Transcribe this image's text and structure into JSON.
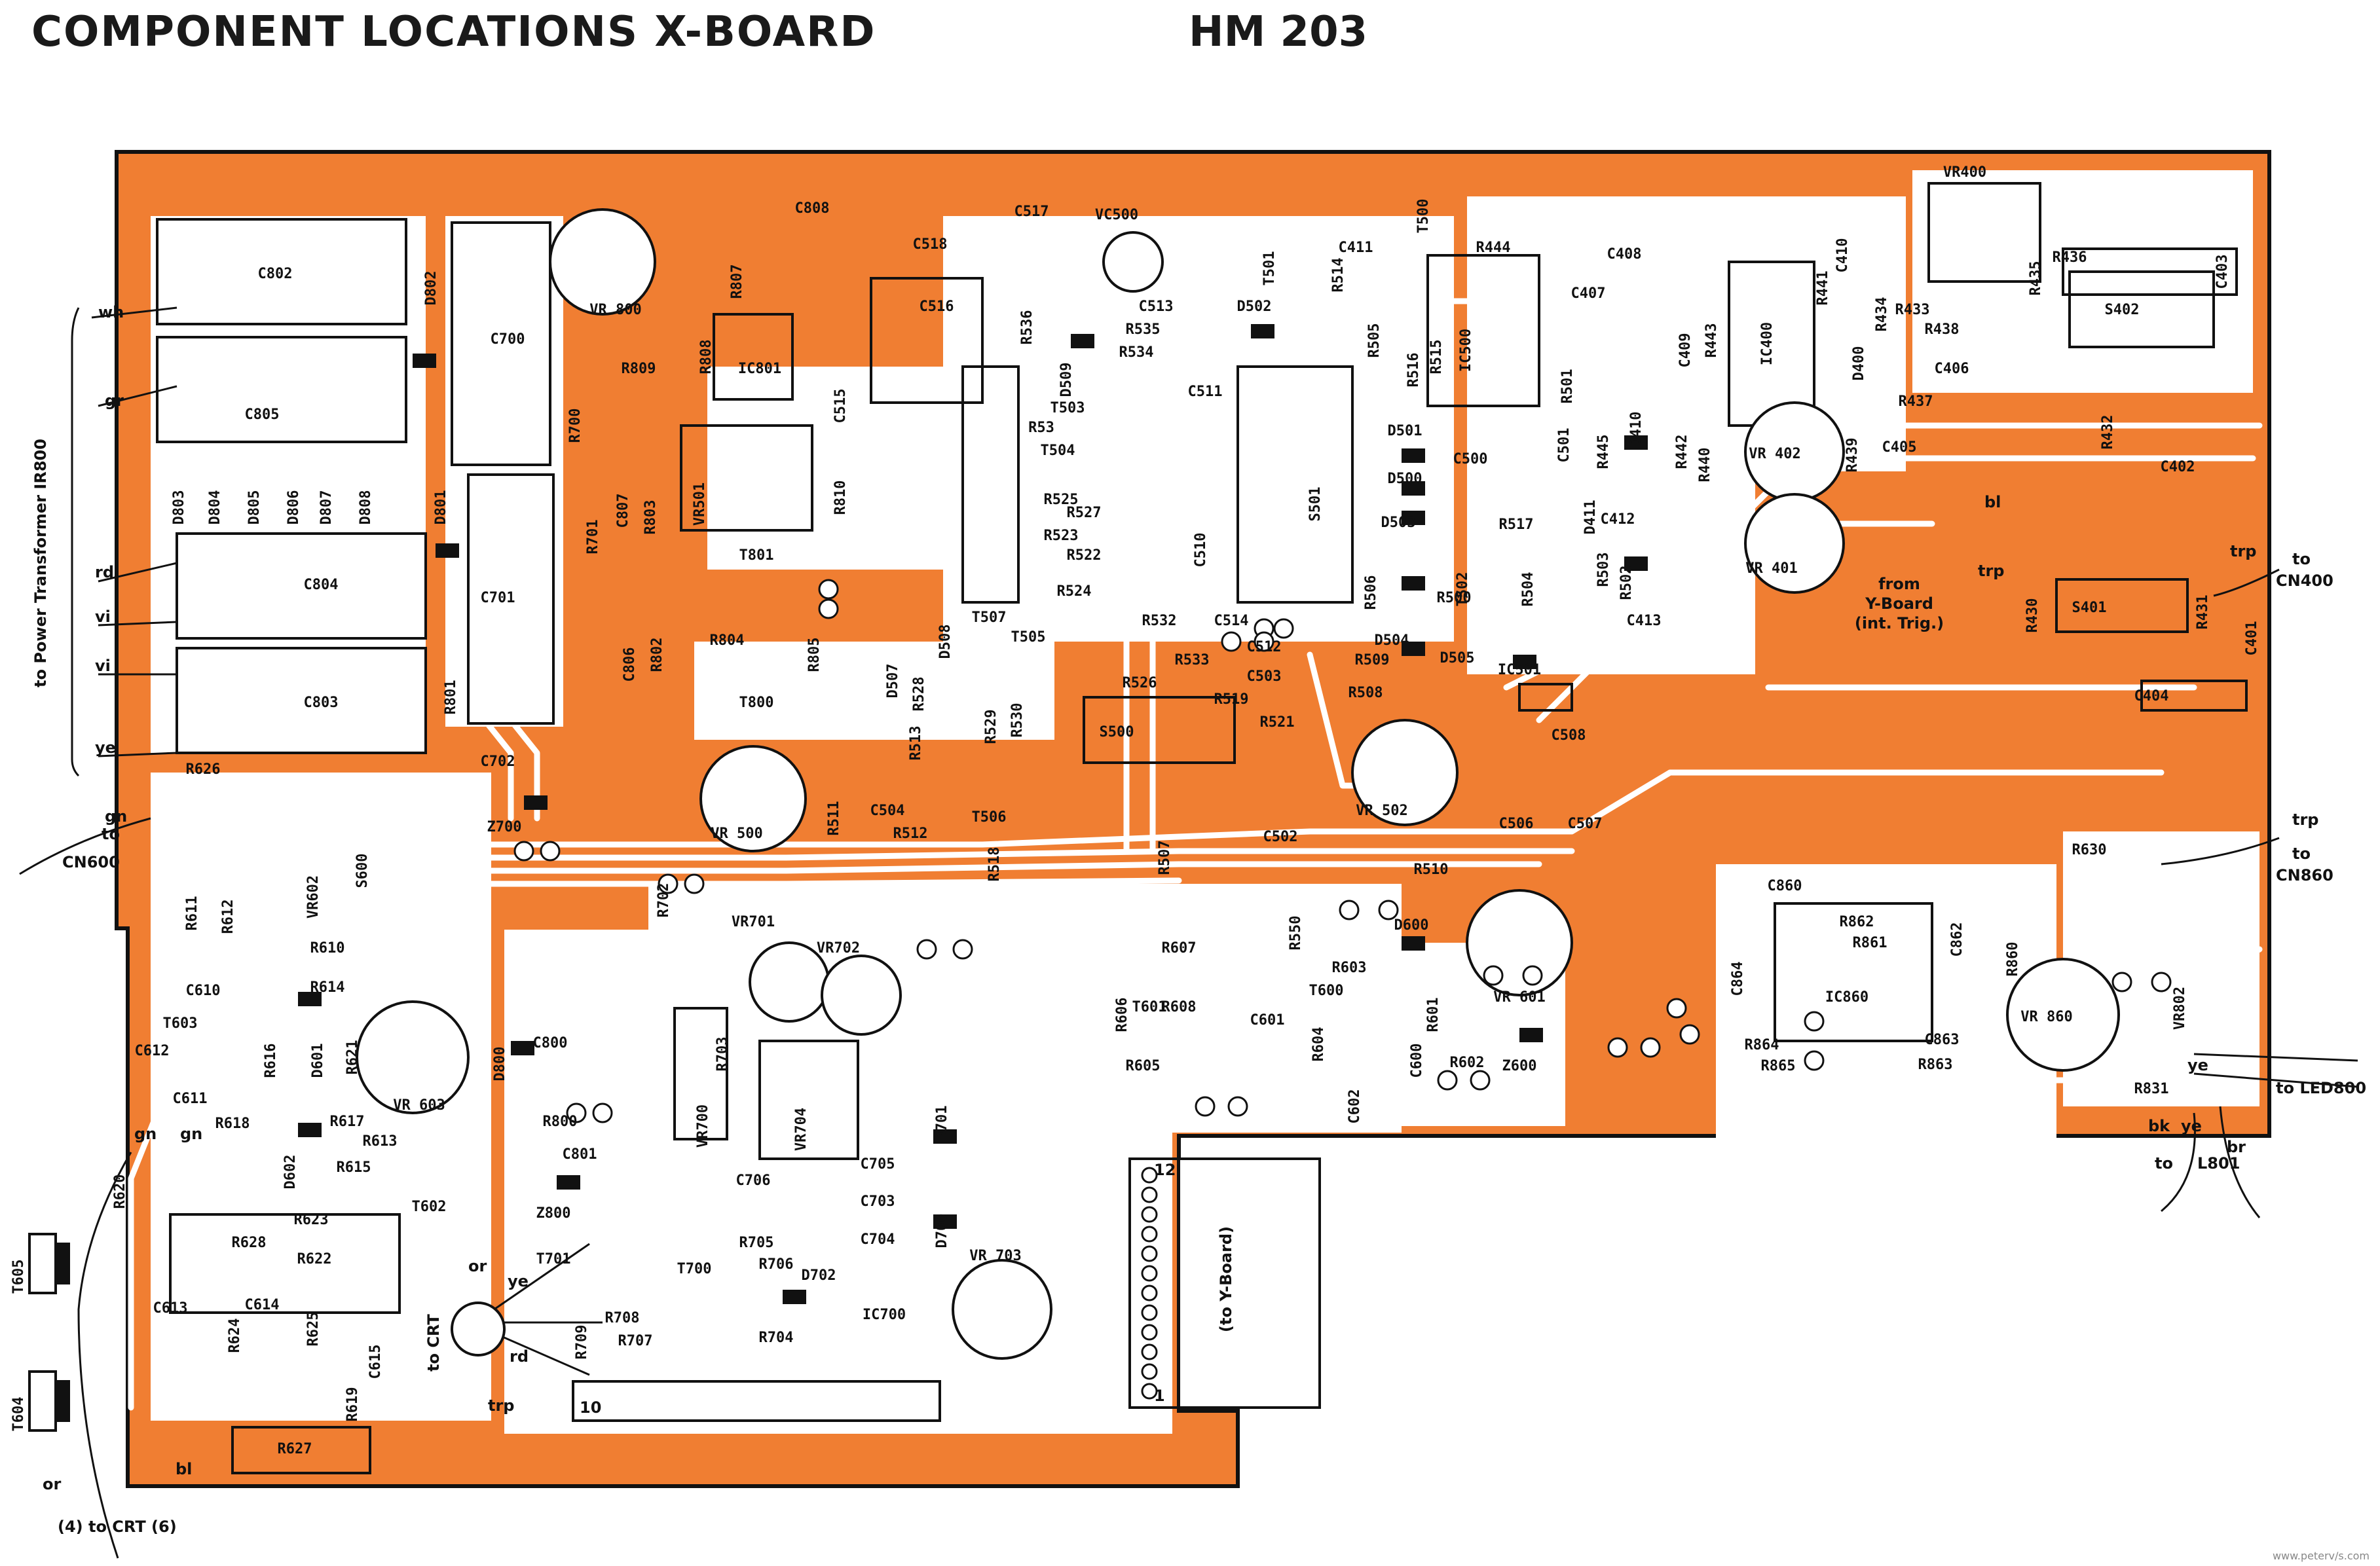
{
  "header": {
    "title": "COMPONENT LOCATIONS X-BOARD",
    "model": "HM 203"
  },
  "colors": {
    "copper": "#f07e32",
    "silk": "#111111",
    "board_edge": "#111111",
    "background": "#ffffff"
  },
  "components": [
    {
      "ref": "C802",
      "kind": "cap-box"
    },
    {
      "ref": "C805",
      "kind": "cap-box"
    },
    {
      "ref": "C804",
      "kind": "cap-box"
    },
    {
      "ref": "C803",
      "kind": "cap-box"
    },
    {
      "ref": "D802",
      "kind": "diode"
    },
    {
      "ref": "D801",
      "kind": "diode"
    },
    {
      "ref": "D803",
      "kind": "diode"
    },
    {
      "ref": "D804",
      "kind": "diode"
    },
    {
      "ref": "D805",
      "kind": "diode"
    },
    {
      "ref": "D806",
      "kind": "diode"
    },
    {
      "ref": "D807",
      "kind": "diode"
    },
    {
      "ref": "D808",
      "kind": "diode"
    },
    {
      "ref": "C700",
      "kind": "cap-box"
    },
    {
      "ref": "C701",
      "kind": "cap-box"
    },
    {
      "ref": "C702",
      "kind": "cap-box"
    },
    {
      "ref": "R801",
      "kind": "resistor"
    },
    {
      "ref": "VR 800",
      "kind": "pot"
    },
    {
      "ref": "R809",
      "kind": "resistor"
    },
    {
      "ref": "R700",
      "kind": "resistor"
    },
    {
      "ref": "R701",
      "kind": "resistor"
    },
    {
      "ref": "C807",
      "kind": "cap"
    },
    {
      "ref": "R803",
      "kind": "resistor"
    },
    {
      "ref": "C806",
      "kind": "cap"
    },
    {
      "ref": "R802",
      "kind": "resistor"
    },
    {
      "ref": "R807",
      "kind": "resistor"
    },
    {
      "ref": "R808",
      "kind": "resistor"
    },
    {
      "ref": "IC801",
      "kind": "ic"
    },
    {
      "ref": "C808",
      "kind": "cap"
    },
    {
      "ref": "VR501",
      "kind": "pot"
    },
    {
      "ref": "R810",
      "kind": "resistor"
    },
    {
      "ref": "T801",
      "kind": "transistor"
    },
    {
      "ref": "R804",
      "kind": "resistor"
    },
    {
      "ref": "R805",
      "kind": "resistor"
    },
    {
      "ref": "T800",
      "kind": "transistor"
    },
    {
      "ref": "C515",
      "kind": "cap"
    },
    {
      "ref": "C518",
      "kind": "cap"
    },
    {
      "ref": "C516",
      "kind": "cap-box"
    },
    {
      "ref": "C517",
      "kind": "cap"
    },
    {
      "ref": "VC500",
      "kind": "trimmer"
    },
    {
      "ref": "R536",
      "kind": "resistor"
    },
    {
      "ref": "C513",
      "kind": "cap"
    },
    {
      "ref": "D502",
      "kind": "diode"
    },
    {
      "ref": "R535",
      "kind": "resistor"
    },
    {
      "ref": "R534",
      "kind": "resistor"
    },
    {
      "ref": "D509",
      "kind": "diode"
    },
    {
      "ref": "C511",
      "kind": "cap"
    },
    {
      "ref": "T503",
      "kind": "transistor"
    },
    {
      "ref": "R53",
      "kind": "resistor"
    },
    {
      "ref": "T504",
      "kind": "transistor"
    },
    {
      "ref": "R525",
      "kind": "resistor"
    },
    {
      "ref": "R527",
      "kind": "resistor"
    },
    {
      "ref": "R523",
      "kind": "resistor"
    },
    {
      "ref": "R522",
      "kind": "resistor"
    },
    {
      "ref": "R524",
      "kind": "resistor"
    },
    {
      "ref": "C510",
      "kind": "cap"
    },
    {
      "ref": "S501",
      "kind": "switch"
    },
    {
      "ref": "T501",
      "kind": "transistor"
    },
    {
      "ref": "R514",
      "kind": "resistor"
    },
    {
      "ref": "C411",
      "kind": "cap"
    },
    {
      "ref": "T500",
      "kind": "transistor"
    },
    {
      "ref": "R505",
      "kind": "resistor"
    },
    {
      "ref": "R516",
      "kind": "resistor"
    },
    {
      "ref": "R515",
      "kind": "resistor"
    },
    {
      "ref": "R444",
      "kind": "resistor"
    },
    {
      "ref": "IC500",
      "kind": "ic"
    },
    {
      "ref": "R501",
      "kind": "resistor"
    },
    {
      "ref": "C408",
      "kind": "cap"
    },
    {
      "ref": "C407",
      "kind": "cap"
    },
    {
      "ref": "C409",
      "kind": "cap"
    },
    {
      "ref": "R443",
      "kind": "resistor"
    },
    {
      "ref": "IC400",
      "kind": "ic"
    },
    {
      "ref": "R441",
      "kind": "resistor"
    },
    {
      "ref": "C410",
      "kind": "cap"
    },
    {
      "ref": "R434",
      "kind": "resistor"
    },
    {
      "ref": "D400",
      "kind": "diode"
    },
    {
      "ref": "VR400",
      "kind": "pot"
    },
    {
      "ref": "R435",
      "kind": "resistor"
    },
    {
      "ref": "R436",
      "kind": "resistor"
    },
    {
      "ref": "C403",
      "kind": "cap"
    },
    {
      "ref": "R433",
      "kind": "resistor"
    },
    {
      "ref": "R438",
      "kind": "resistor"
    },
    {
      "ref": "S402",
      "kind": "switch"
    },
    {
      "ref": "C406",
      "kind": "cap"
    },
    {
      "ref": "R437",
      "kind": "resistor"
    },
    {
      "ref": "R432",
      "kind": "resistor"
    },
    {
      "ref": "C405",
      "kind": "cap"
    },
    {
      "ref": "C402",
      "kind": "cap-box"
    },
    {
      "ref": "R445",
      "kind": "resistor"
    },
    {
      "ref": "D410",
      "kind": "diode"
    },
    {
      "ref": "R442",
      "kind": "resistor"
    },
    {
      "ref": "R440",
      "kind": "resistor"
    },
    {
      "ref": "VR 402",
      "kind": "pot"
    },
    {
      "ref": "R439",
      "kind": "resistor"
    },
    {
      "ref": "VR 401",
      "kind": "pot"
    },
    {
      "ref": "C501",
      "kind": "cap"
    },
    {
      "ref": "D501",
      "kind": "diode"
    },
    {
      "ref": "C500",
      "kind": "cap"
    },
    {
      "ref": "D500",
      "kind": "diode"
    },
    {
      "ref": "D503",
      "kind": "diode"
    },
    {
      "ref": "R517",
      "kind": "resistor"
    },
    {
      "ref": "D411",
      "kind": "diode"
    },
    {
      "ref": "C412",
      "kind": "cap"
    },
    {
      "ref": "R506",
      "kind": "resistor"
    },
    {
      "ref": "T502",
      "kind": "transistor"
    },
    {
      "ref": "R500",
      "kind": "resistor"
    },
    {
      "ref": "R504",
      "kind": "resistor"
    },
    {
      "ref": "R503",
      "kind": "resistor"
    },
    {
      "ref": "R502",
      "kind": "resistor"
    },
    {
      "ref": "C413",
      "kind": "cap"
    },
    {
      "ref": "D504",
      "kind": "diode"
    },
    {
      "ref": "D505",
      "kind": "diode"
    },
    {
      "ref": "R509",
      "kind": "resistor"
    },
    {
      "ref": "R508",
      "kind": "resistor"
    },
    {
      "ref": "IC501",
      "kind": "ic"
    },
    {
      "ref": "C508",
      "kind": "cap"
    },
    {
      "ref": "R532",
      "kind": "resistor"
    },
    {
      "ref": "C514",
      "kind": "cap"
    },
    {
      "ref": "R533",
      "kind": "resistor"
    },
    {
      "ref": "C512",
      "kind": "cap"
    },
    {
      "ref": "C503",
      "kind": "cap"
    },
    {
      "ref": "R526",
      "kind": "resistor"
    },
    {
      "ref": "R519",
      "kind": "resistor"
    },
    {
      "ref": "R521",
      "kind": "resistor"
    },
    {
      "ref": "S500",
      "kind": "switch"
    },
    {
      "ref": "D507",
      "kind": "diode"
    },
    {
      "ref": "D508",
      "kind": "diode"
    },
    {
      "ref": "R528",
      "kind": "resistor"
    },
    {
      "ref": "T507",
      "kind": "transistor"
    },
    {
      "ref": "T505",
      "kind": "transistor"
    },
    {
      "ref": "R513",
      "kind": "resistor"
    },
    {
      "ref": "R529",
      "kind": "resistor"
    },
    {
      "ref": "R530",
      "kind": "resistor"
    },
    {
      "ref": "C504",
      "kind": "cap"
    },
    {
      "ref": "R512",
      "kind": "resistor"
    },
    {
      "ref": "T506",
      "kind": "transistor"
    },
    {
      "ref": "VR 500",
      "kind": "pot"
    },
    {
      "ref": "R511",
      "kind": "resistor"
    },
    {
      "ref": "R518",
      "kind": "resistor"
    },
    {
      "ref": "R507",
      "kind": "resistor"
    },
    {
      "ref": "VR 502",
      "kind": "pot"
    },
    {
      "ref": "C502",
      "kind": "cap"
    },
    {
      "ref": "C506",
      "kind": "cap"
    },
    {
      "ref": "C507",
      "kind": "cap"
    },
    {
      "ref": "R510",
      "kind": "resistor"
    },
    {
      "ref": "R630",
      "kind": "resistor"
    },
    {
      "ref": "S401",
      "kind": "switch"
    },
    {
      "ref": "R430",
      "kind": "resistor"
    },
    {
      "ref": "R431",
      "kind": "resistor"
    },
    {
      "ref": "C401",
      "kind": "cap"
    },
    {
      "ref": "C404",
      "kind": "cap-box"
    },
    {
      "ref": "C860",
      "kind": "cap"
    },
    {
      "ref": "R862",
      "kind": "resistor"
    },
    {
      "ref": "R861",
      "kind": "resistor"
    },
    {
      "ref": "C862",
      "kind": "cap"
    },
    {
      "ref": "R860",
      "kind": "resistor"
    },
    {
      "ref": "C864",
      "kind": "cap"
    },
    {
      "ref": "IC860",
      "kind": "ic"
    },
    {
      "ref": "C863",
      "kind": "cap"
    },
    {
      "ref": "R864",
      "kind": "resistor"
    },
    {
      "ref": "R865",
      "kind": "resistor"
    },
    {
      "ref": "R863",
      "kind": "resistor"
    },
    {
      "ref": "VR 860",
      "kind": "pot"
    },
    {
      "ref": "VR802",
      "kind": "pot"
    },
    {
      "ref": "R831",
      "kind": "resistor"
    },
    {
      "ref": "R626",
      "kind": "resistor"
    },
    {
      "ref": "VR602",
      "kind": "pot"
    },
    {
      "ref": "R611",
      "kind": "resistor"
    },
    {
      "ref": "R612",
      "kind": "resistor"
    },
    {
      "ref": "S600",
      "kind": "switch"
    },
    {
      "ref": "R702",
      "kind": "resistor"
    },
    {
      "ref": "R610",
      "kind": "resistor"
    },
    {
      "ref": "C610",
      "kind": "cap"
    },
    {
      "ref": "R614",
      "kind": "resistor"
    },
    {
      "ref": "T603",
      "kind": "transistor"
    },
    {
      "ref": "C612",
      "kind": "cap"
    },
    {
      "ref": "R616",
      "kind": "resistor"
    },
    {
      "ref": "D601",
      "kind": "diode"
    },
    {
      "ref": "R621",
      "kind": "resistor"
    },
    {
      "ref": "VR 603",
      "kind": "pot"
    },
    {
      "ref": "C611",
      "kind": "cap"
    },
    {
      "ref": "R618",
      "kind": "resistor"
    },
    {
      "ref": "R617",
      "kind": "resistor"
    },
    {
      "ref": "D602",
      "kind": "diode"
    },
    {
      "ref": "R613",
      "kind": "resistor"
    },
    {
      "ref": "R615",
      "kind": "resistor"
    },
    {
      "ref": "T602",
      "kind": "transistor"
    },
    {
      "ref": "R620",
      "kind": "resistor"
    },
    {
      "ref": "R623",
      "kind": "resistor"
    },
    {
      "ref": "R628",
      "kind": "resistor"
    },
    {
      "ref": "R622",
      "kind": "resistor"
    },
    {
      "ref": "C613",
      "kind": "cap"
    },
    {
      "ref": "C614",
      "kind": "cap"
    },
    {
      "ref": "R624",
      "kind": "resistor"
    },
    {
      "ref": "R625",
      "kind": "resistor"
    },
    {
      "ref": "C615",
      "kind": "cap"
    },
    {
      "ref": "R619",
      "kind": "resistor"
    },
    {
      "ref": "R627",
      "kind": "resistor"
    },
    {
      "ref": "T605",
      "kind": "transistor"
    },
    {
      "ref": "T604",
      "kind": "transistor"
    },
    {
      "ref": "Z700",
      "kind": "zener"
    },
    {
      "ref": "VR701",
      "kind": "pot"
    },
    {
      "ref": "VR702",
      "kind": "pot"
    },
    {
      "ref": "R703",
      "kind": "resistor"
    },
    {
      "ref": "VR700",
      "kind": "pot"
    },
    {
      "ref": "VR704",
      "kind": "pot"
    },
    {
      "ref": "C706",
      "kind": "cap"
    },
    {
      "ref": "D800",
      "kind": "diode"
    },
    {
      "ref": "C800",
      "kind": "cap"
    },
    {
      "ref": "R800",
      "kind": "resistor"
    },
    {
      "ref": "C801",
      "kind": "cap"
    },
    {
      "ref": "Z800",
      "kind": "zener"
    },
    {
      "ref": "D701",
      "kind": "diode"
    },
    {
      "ref": "C705",
      "kind": "cap"
    },
    {
      "ref": "C703",
      "kind": "cap"
    },
    {
      "ref": "C704",
      "kind": "cap"
    },
    {
      "ref": "D700",
      "kind": "diode"
    },
    {
      "ref": "VR 703",
      "kind": "pot"
    },
    {
      "ref": "R705",
      "kind": "resistor"
    },
    {
      "ref": "R706",
      "kind": "resistor"
    },
    {
      "ref": "T701",
      "kind": "transistor"
    },
    {
      "ref": "T700",
      "kind": "transistor"
    },
    {
      "ref": "D702",
      "kind": "diode"
    },
    {
      "ref": "R708",
      "kind": "resistor"
    },
    {
      "ref": "R707",
      "kind": "resistor"
    },
    {
      "ref": "R709",
      "kind": "resistor"
    },
    {
      "ref": "R704",
      "kind": "resistor"
    },
    {
      "ref": "IC700",
      "kind": "ic"
    },
    {
      "ref": "R608",
      "kind": "resistor"
    },
    {
      "ref": "R607",
      "kind": "resistor"
    },
    {
      "ref": "T601",
      "kind": "transistor"
    },
    {
      "ref": "R606",
      "kind": "resistor"
    },
    {
      "ref": "R605",
      "kind": "resistor"
    },
    {
      "ref": "R550",
      "kind": "resistor"
    },
    {
      "ref": "R603",
      "kind": "resistor"
    },
    {
      "ref": "T600",
      "kind": "transistor"
    },
    {
      "ref": "D600",
      "kind": "diode"
    },
    {
      "ref": "C601",
      "kind": "cap"
    },
    {
      "ref": "R604",
      "kind": "resistor"
    },
    {
      "ref": "C600",
      "kind": "cap"
    },
    {
      "ref": "R601",
      "kind": "resistor"
    },
    {
      "ref": "VR 601",
      "kind": "pot"
    },
    {
      "ref": "R602",
      "kind": "resistor"
    },
    {
      "ref": "Z600",
      "kind": "zener"
    },
    {
      "ref": "C602",
      "kind": "cap"
    }
  ],
  "external_labels": {
    "power_transformer": "to Power Transformer IR800",
    "wire_wh": "wh",
    "wire_gr": "gr",
    "wire_rd": "rd",
    "wire_vi1": "vi",
    "wire_vi2": "vi",
    "wire_ye": "ye",
    "cn600_gn": "gn",
    "cn600_to": "to",
    "cn600": "CN600",
    "gn_a": "gn",
    "gn_b": "gn",
    "y_board": "(to Y-Board)",
    "pin_12": "12",
    "pin_1": "1",
    "pin_10": "10",
    "int_trig_bl": "bl",
    "int_trig_trp": "trp",
    "int_trig": "from\nY-Board\n(int. Trig.)",
    "cn400_trp": "trp",
    "cn400_to": "to",
    "cn400": "CN400",
    "cn860_trp": "trp",
    "cn860_to": "to",
    "cn860": "CN860",
    "led800": "to LED800",
    "led_ye": "ye",
    "led_br": "br",
    "led_bk": "bk",
    "led_ye2": "ye",
    "l801_to": "to",
    "l801": "L801",
    "crt_to": "to CRT",
    "crt_or": "or",
    "crt_ye": "ye",
    "crt_rd": "rd",
    "crt_trp": "trp",
    "crt_bottom": "(4) to CRT (6)",
    "crt_bot_or": "or",
    "crt_bot_bl": "bl",
    "credit": "www.peterv/s.com"
  }
}
